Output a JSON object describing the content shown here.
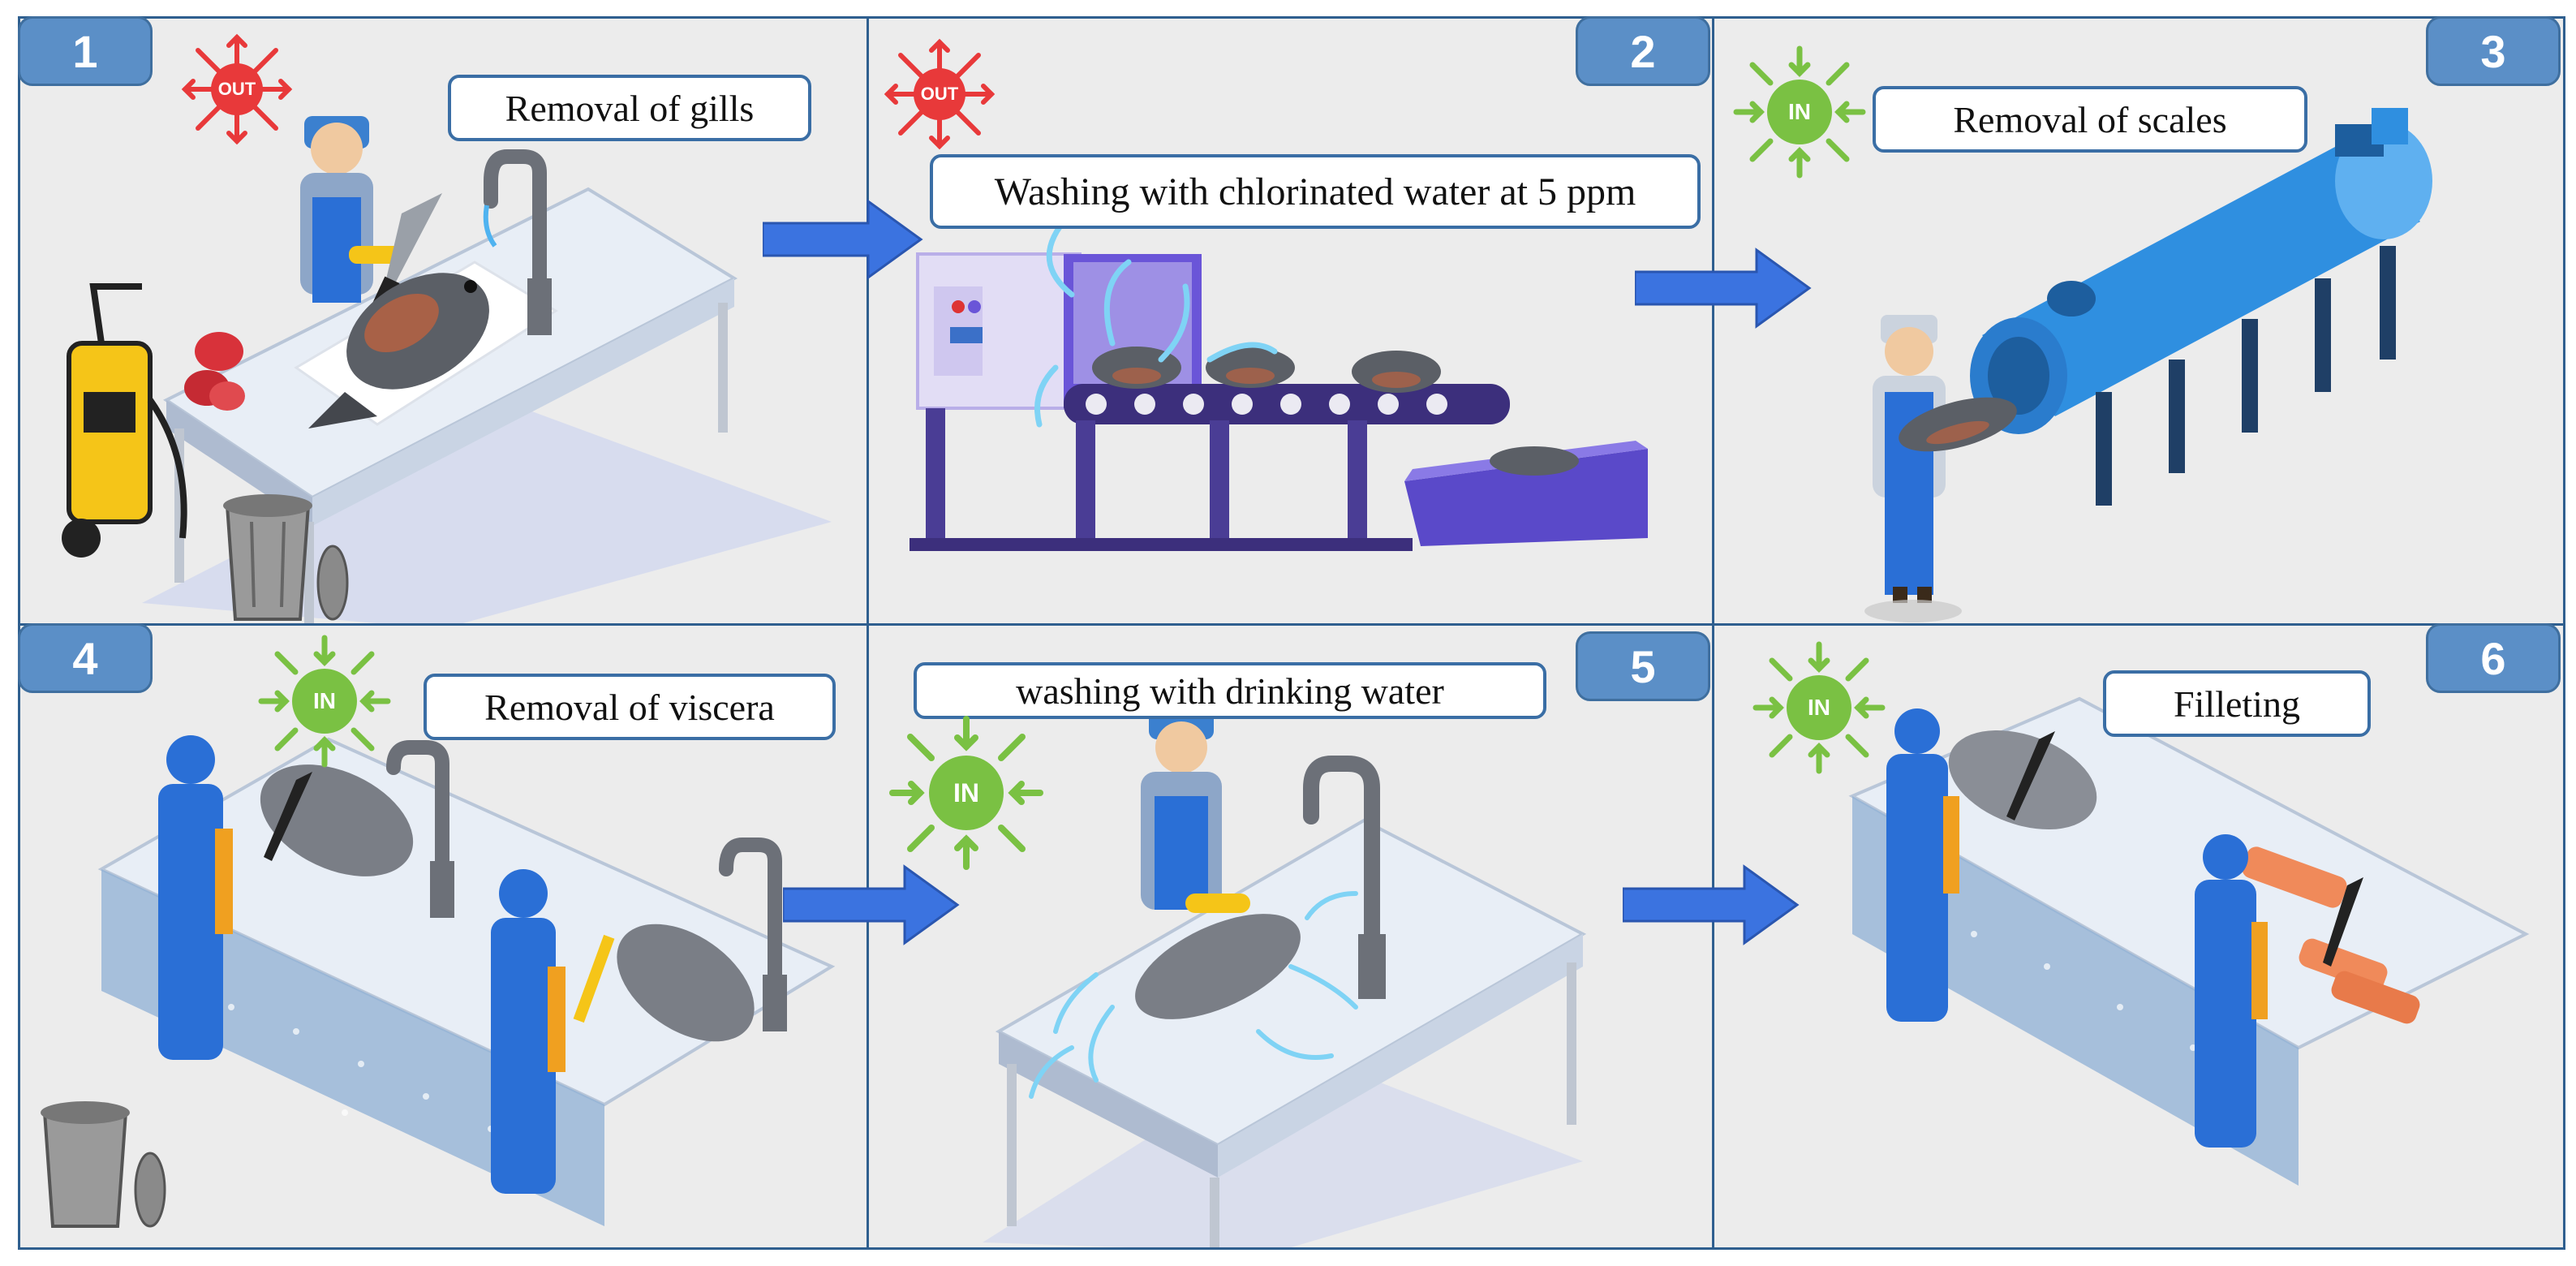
{
  "steps": [
    {
      "number": "1",
      "label": "Removal of gills",
      "badge": "OUT"
    },
    {
      "number": "2",
      "label": "Washing with chlorinated water at 5 ppm",
      "badge": "OUT"
    },
    {
      "number": "3",
      "label": "Removal of scales",
      "badge": "IN"
    },
    {
      "number": "4",
      "label": "Removal of viscera",
      "badge": "IN"
    },
    {
      "number": "5",
      "label": "washing with drinking water",
      "badge": "IN"
    },
    {
      "number": "6",
      "label": "Filleting",
      "badge": "IN"
    }
  ],
  "colors": {
    "out_badge": "#e8393a",
    "in_badge": "#7ac143",
    "number_box": "#5b8fc7",
    "label_border": "#3a6ea5",
    "flow_arrow": "#3b73e0",
    "worker_blue": "#2a6fd6",
    "table_top": "#e8eef6",
    "machine_purple": "#6a55d8",
    "descaler_blue": "#2f8fe0"
  },
  "icons": [
    "worker-icon",
    "fish-icon",
    "faucet-icon",
    "knife-icon",
    "trash-can-icon",
    "pressure-washer-icon",
    "conveyor-icon",
    "descaler-machine-icon",
    "water-splash-icon",
    "gills-icon",
    "fillet-icon"
  ]
}
